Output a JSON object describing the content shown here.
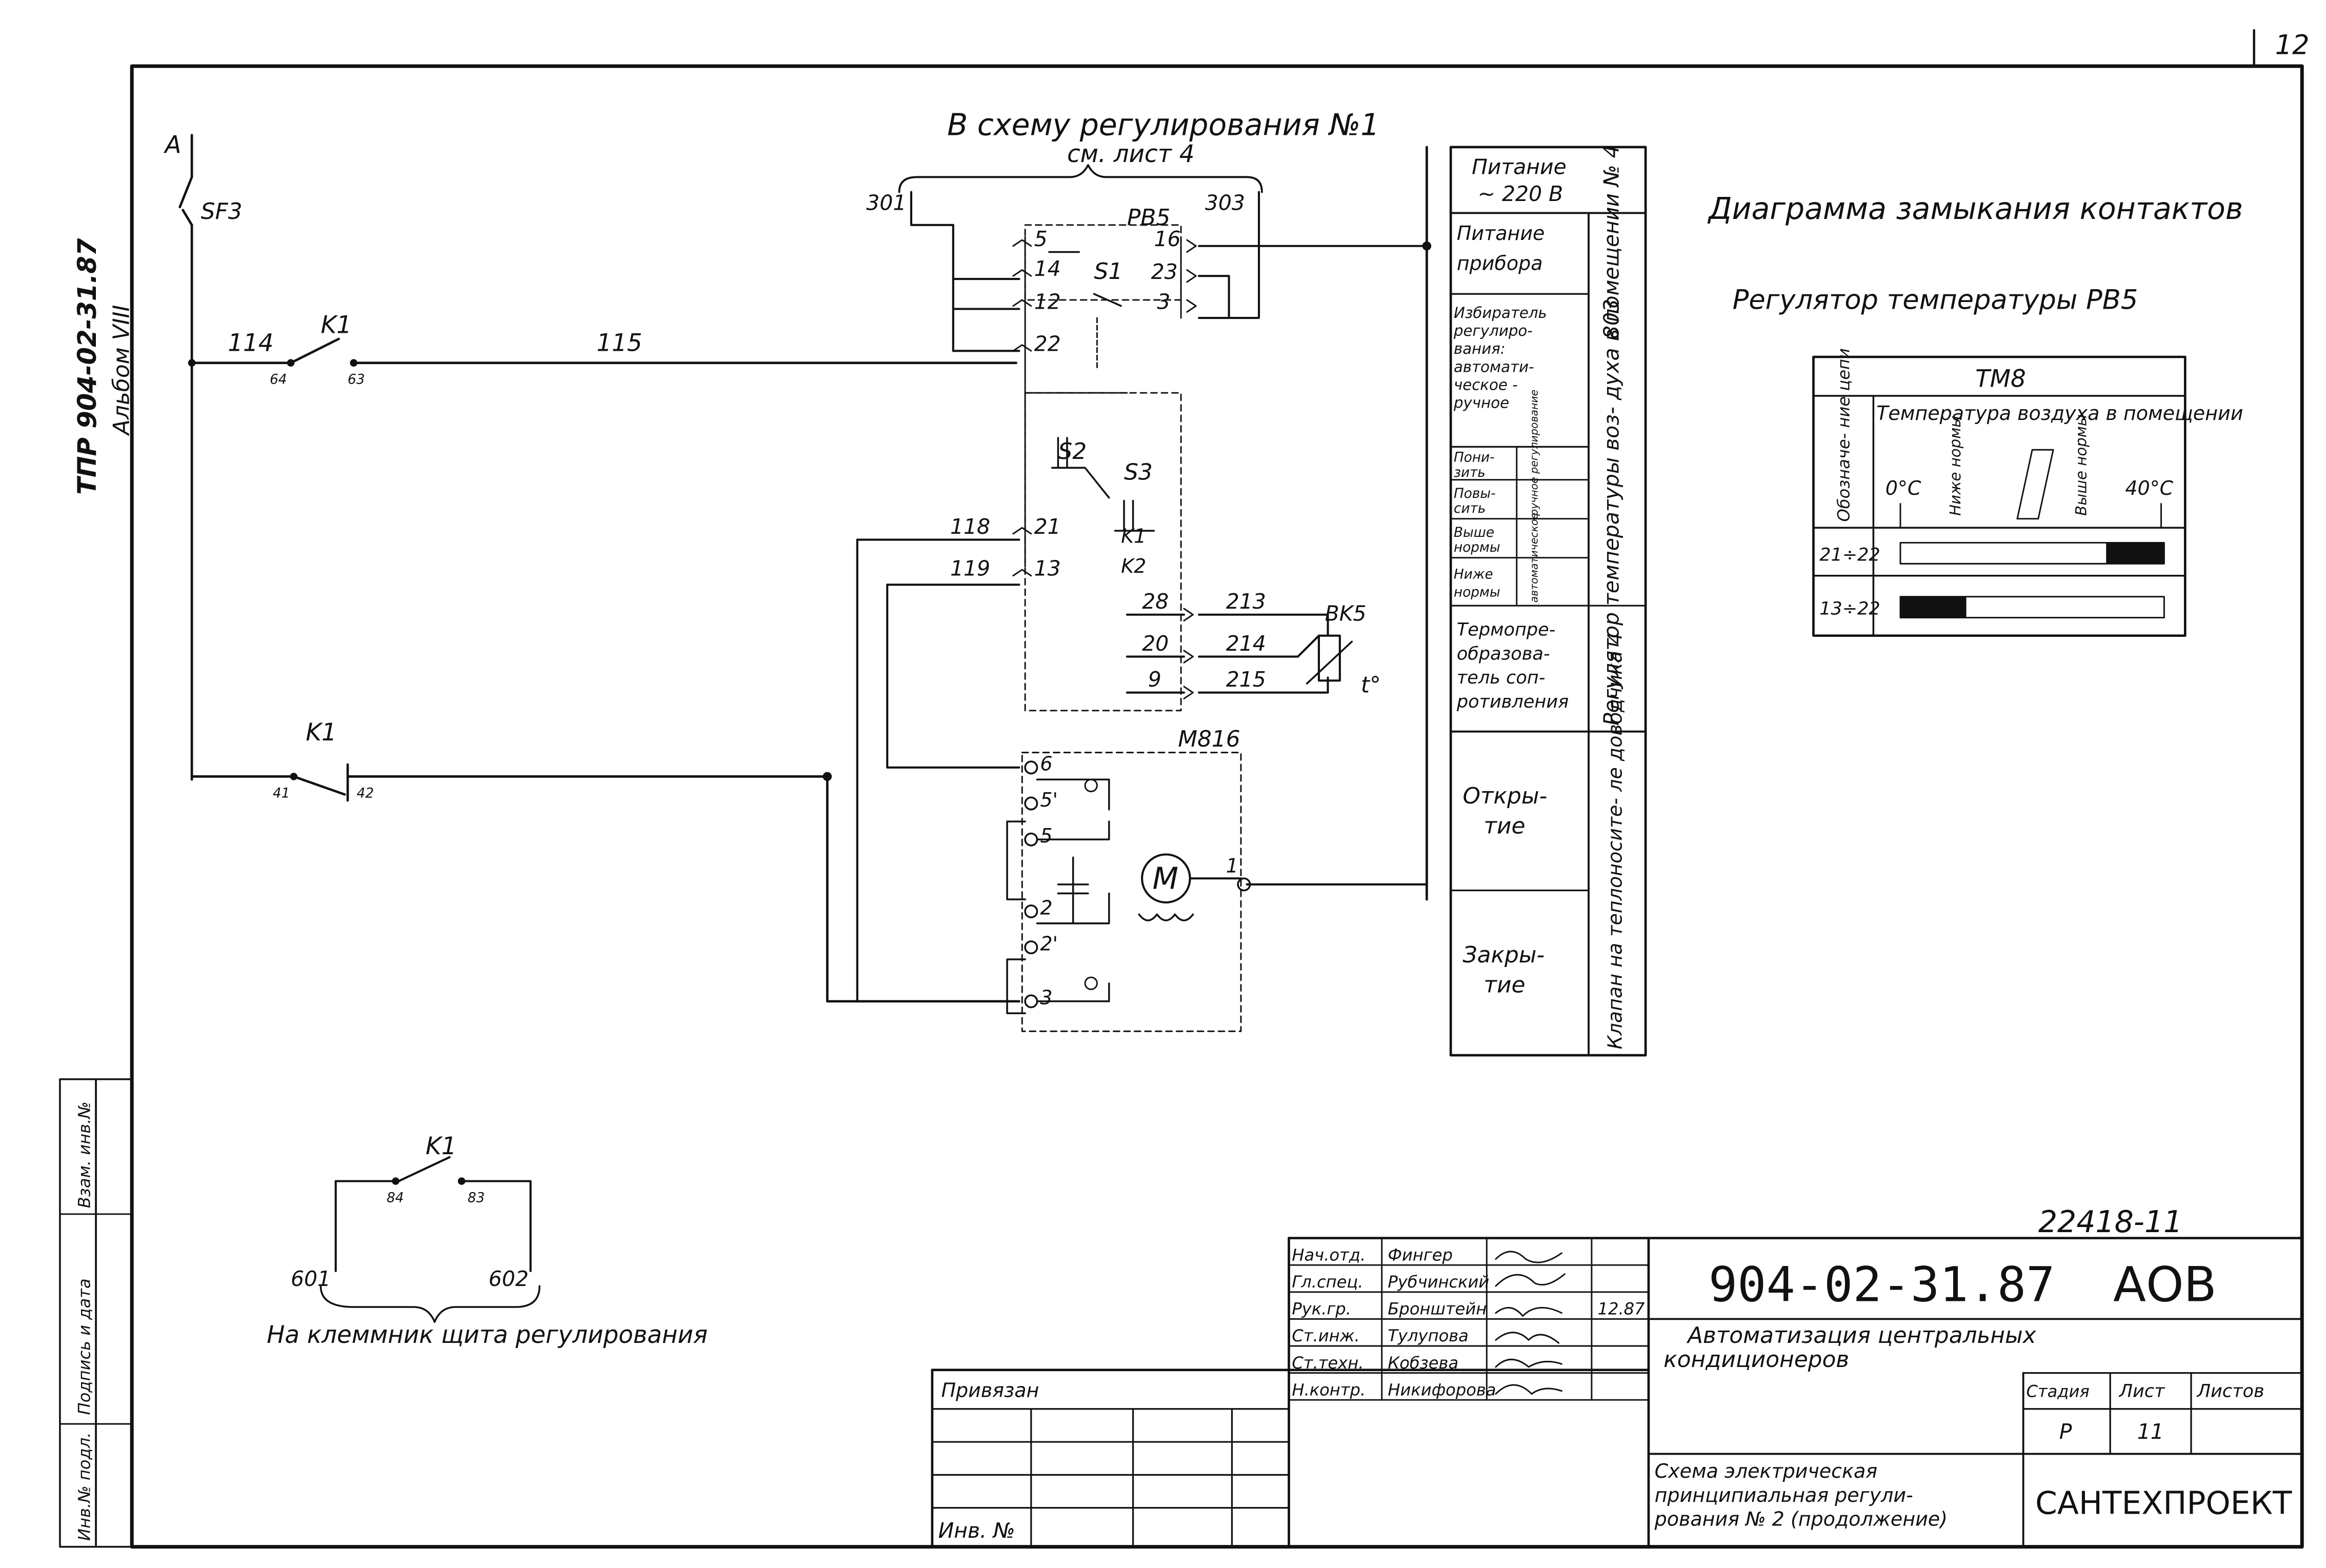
{
  "page_number": "12",
  "doc_code_vertical": "ТПР 904-02-31.87",
  "album_vertical": "Альбом VIII",
  "header_caption": "В схему регулирования №1",
  "header_caption2": "см. лист 4",
  "wires": {
    "301": "301",
    "303": "303",
    "114": "114",
    "115": "115",
    "118": "118",
    "119": "119",
    "601": "601",
    "602": "602"
  },
  "labels": {
    "a": "A",
    "sf3": "SF3",
    "k1": "K1",
    "pb5": "PB5",
    "s1": "S1",
    "s2": "S2",
    "s3": "S3",
    "k1c": "K1",
    "k2c": "K2",
    "bk5": "BK5",
    "tdeg": "t°",
    "m816": "M816",
    "m": "M",
    "pin64": "64",
    "pin63": "63",
    "pin41": "41",
    "pin42": "42",
    "pin84": "84",
    "pin83": "83"
  },
  "terminals_left": [
    "5",
    "14",
    "12",
    "22",
    "21",
    "13"
  ],
  "terminals_right": [
    "16",
    "23",
    "3"
  ],
  "sensor_terms": {
    "in": [
      "28",
      "20",
      "9"
    ],
    "out": [
      "213",
      "214",
      "215"
    ]
  },
  "motor_terms": [
    "6",
    "5'",
    "5",
    "2",
    "2'",
    "3",
    "1"
  ],
  "terminal_note": "На клеммник щита регулирования",
  "func_table": {
    "top": "Питание ~ 220 В",
    "rows": [
      "Питание прибора",
      "Избиратель регулиро- вания: автомати- ческое - ручное",
      "Пони- зить",
      "Повы- сить",
      "Выше нормы",
      "Ниже нормы",
      "Термопре- образова- тель соп- ротивления",
      "Откры- тие",
      "Закры- тие"
    ],
    "sub_a": "ручное регулиро- вание",
    "sub_b": "автома- тическое регулиро- вание",
    "vert1": "Регулятор температуры воз- духа в помещении № 4",
    "vert1b": "803",
    "vert2": "Клапан на теплоносите- ле доводчика 4"
  },
  "diagram": {
    "title": "Диаграмма замыкания контактов",
    "subtitle": "Регулятор температуры РВ5",
    "device": "ТМ8",
    "col1": "Обозначе- ние цепи",
    "col2": "Температура воздуха в помещении",
    "t0": "0°C",
    "below": "Ниже нормы",
    "above": "Выше нормы",
    "t40": "40°C",
    "rows": [
      {
        "name": "21÷22",
        "black_from": 0.78,
        "black_to": 1.0
      },
      {
        "name": "13÷22",
        "black_from": 0.0,
        "black_to": 0.25
      }
    ]
  },
  "stamp": {
    "sheet_id": "22418-11",
    "doc_code": "904-02-31.87",
    "section": "АОВ",
    "title1": "Автоматизация центральных",
    "title2": "кондиционеров",
    "roles": [
      "Нач.отд.",
      "Гл.спец.",
      "Рук.гр.",
      "Ст.инж.",
      "Ст.техн.",
      "Н.контр."
    ],
    "names": [
      "Фингер",
      "Рубчинский",
      "Бронштейн",
      "Тулупова",
      "Кобзева",
      "Никифорова"
    ],
    "date": "12.87",
    "stage_label": "Стадия",
    "sheet_label": "Лист",
    "sheets_label": "Листов",
    "stage": "Р",
    "sheet": "11",
    "sheet_title1": "Схема электрическая",
    "sheet_title2": "принципиальная регули-",
    "sheet_title3": "рования № 2 (продолжение)",
    "org": "САНТЕХПРОЕКТ",
    "bound": "Привязан",
    "inv": "Инв. №"
  },
  "left_strip": [
    "Инв.№ подл.",
    "Подпись и дата",
    "Взам. инв.№"
  ]
}
